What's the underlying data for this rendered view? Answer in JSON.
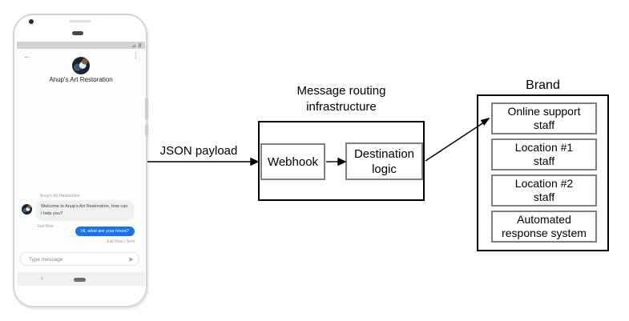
{
  "phone": {
    "chat_header": {
      "title": "Anup's Art Restoration"
    },
    "conversation": {
      "sender_label": "Anup's Art Restoration",
      "incoming": {
        "text": "Welcome to Anup's Art Restoration, how can I help you?",
        "timestamp": "Just Now"
      },
      "outgoing": {
        "text": "Hi, what are your hours?",
        "timestamp": "Just Now • Sent"
      }
    },
    "composer": {
      "placeholder": "Type message"
    }
  },
  "diagram": {
    "payload_label": "JSON payload",
    "routing": {
      "title_line1": "Message routing",
      "title_line2": "infrastructure",
      "webhook_label": "Webhook",
      "destination_line1": "Destination",
      "destination_line2": "logic"
    },
    "brand": {
      "title": "Brand",
      "members": [
        {
          "line1": "Online support",
          "line2": "staff"
        },
        {
          "line1": "Location #1",
          "line2": "staff"
        },
        {
          "line1": "Location #2",
          "line2": "staff"
        },
        {
          "line1": "Automated",
          "line2": "response system"
        }
      ]
    }
  },
  "icons": {
    "back": "←",
    "menu": "⋮",
    "send": "➤",
    "nav_back": "‹"
  },
  "colors": {
    "outgoing_bubble": "#1a73e8",
    "incoming_bubble": "#f0f0f0",
    "status_bar": "#d2d2d2",
    "outer_box_border": "#000000",
    "inner_box_border": "#808080"
  }
}
